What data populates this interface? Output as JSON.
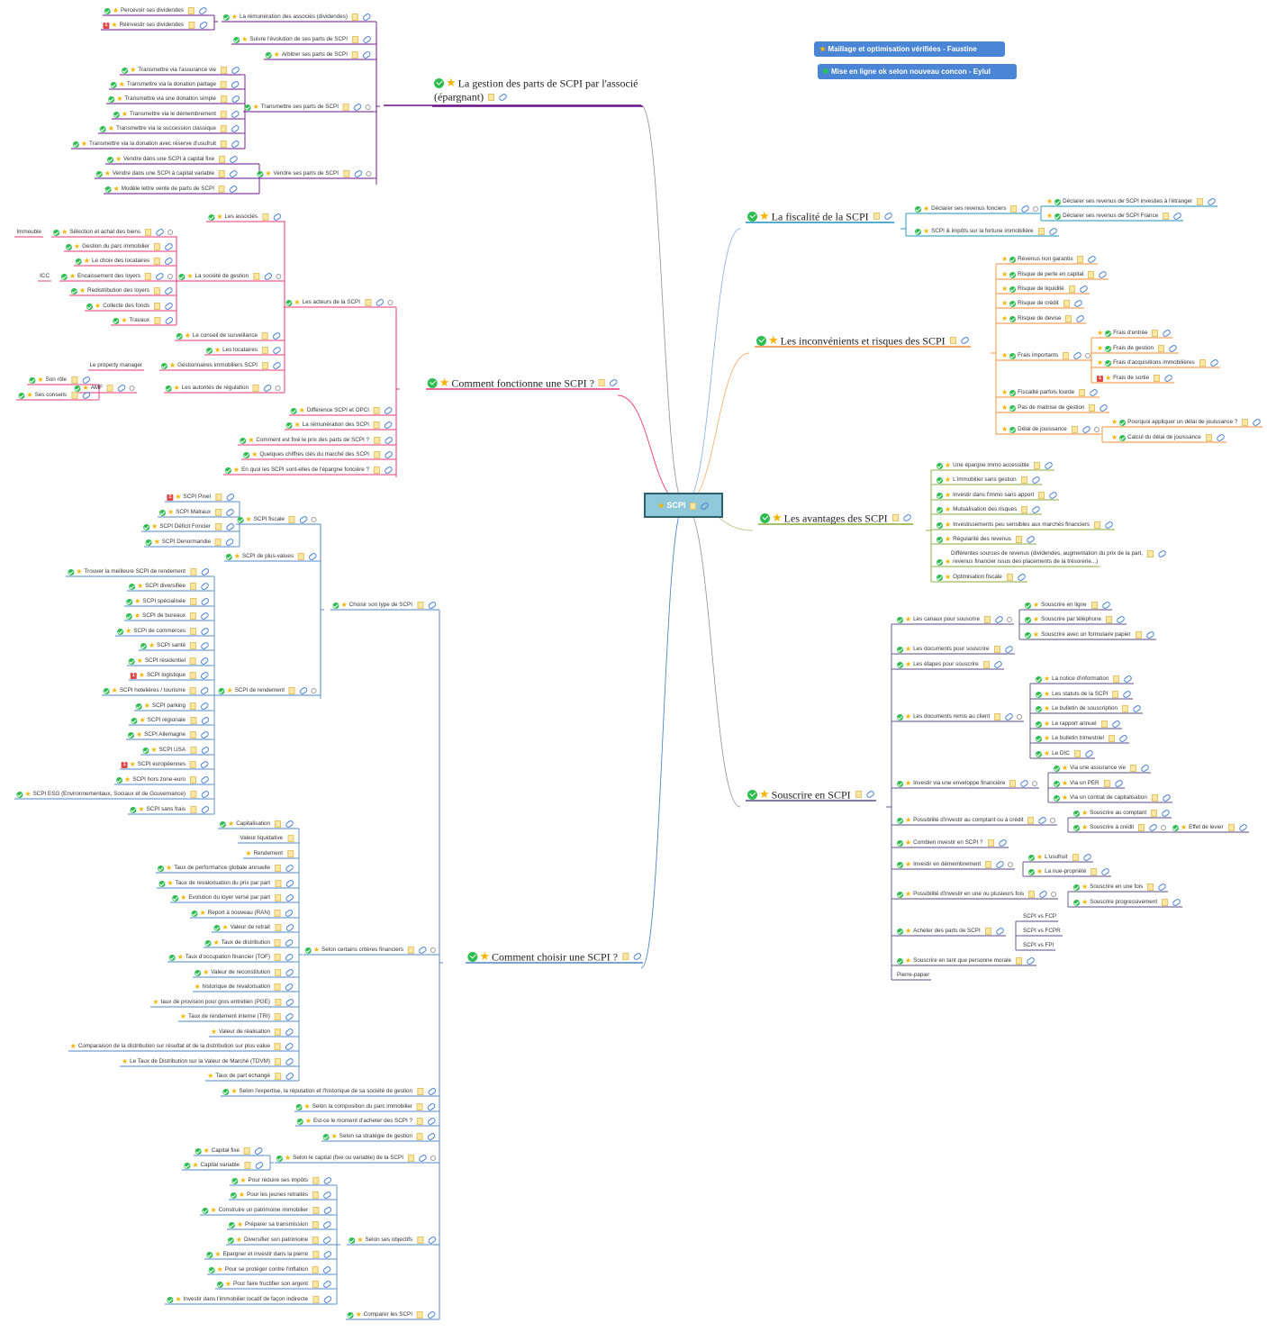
{
  "center": {
    "label": "SCPI"
  },
  "banners": [
    {
      "label": "Maillage et optimisation vérifiées - Faustine",
      "icon": "star-icon"
    },
    {
      "label": "Mise en ligne ok selon nouveau concon - Eylul",
      "icon": "green-dot-icon"
    }
  ],
  "colors": {
    "gestion": "#6a0f8c",
    "fonctionne": "#e8357a",
    "choisir": "#4f85c5",
    "fiscalite": "#1a8fbf",
    "inconvenients": "#f08a30",
    "avantages": "#8aa83a",
    "souscrire": "#5b4a85",
    "central_fill": "#8ec8d9",
    "central_border": "#2c5f6f",
    "banner": "#4a85d6"
  },
  "branches": {
    "gestion": {
      "title": "La gestion des parts de SCPI par l'associé (épargnant)",
      "children": {
        "remuneration": "La rémunération des associés (dividendes)",
        "percevoir": "Percevoir ses dividendes",
        "reinvestir": "Réinvestir ses dividendes",
        "suivre": "Suivre l'évolution de ses parts de SCPI",
        "arbitrer": "Arbitrer ses parts de SCPI",
        "transmettre": "Transmettre ses parts de SCPI",
        "tr1": "Transmettre via l'assurance vie",
        "tr2": "Transmettre via la donation partage",
        "tr3": "Transmettre via une donation simple",
        "tr4": "Transmettre via le démembrement",
        "tr5": "Transmettre via la succession classique",
        "tr6": "Transmettre via la donation avec réserve d'usufruit",
        "vendre": "Vendre ses parts de SCPI",
        "v1": "Vendre dans une SCPI à capital fixe",
        "v2": "Vendre dans une SCPI à capital variable",
        "v3": "Modèle lettre vente de parts de SCPI"
      }
    },
    "fonctionne": {
      "title": "Comment fonctionne une SCPI ?",
      "children": {
        "acteurs": "Les acteurs de la SCPI",
        "associes": "Les associés",
        "societe": "La société de gestion",
        "sel": "Sélection et achat des biens",
        "immeuble": "Immeuble",
        "parc": "Gestion du parc immobilier",
        "locataires_choix": "Le choix des locataires",
        "encaissement": "Encaissement des loyers",
        "icc": "ICC",
        "redistribution": "Redistribution des loyers",
        "collecte": "Collecte des  fonds",
        "travaux": "Travaux",
        "conseil": "Le conseil de surveillance",
        "locataires": "Les locataires",
        "gestionnaires": "Gestionnaires immobiliers SCPI",
        "property": "Le property manager",
        "autorites": "Les autorités de régulation",
        "amf": "AMF",
        "role": "Son rôle",
        "conseils": "Ses conseils",
        "opci": "Différence SCPI et OPCI",
        "remun": "La rémunération des SCPI",
        "prix": "Comment est fixé le prix des parts de SCPI ?",
        "chiffres": "Quelques chiffres clés du marché des SCPI",
        "epargne": "En quoi les SCPI sont-elles de l'épargne foncière ?"
      }
    },
    "choisir": {
      "title": "Comment choisir une SCPI ?",
      "children": {
        "type": "Choisir son type de SCPI",
        "fiscale": "SCPI fiscale",
        "pinel": "SCPI Pinel",
        "malraux": "SCPI Malraux",
        "deficit": "SCPI Déficit Foncier",
        "denormandie": "SCPI Denormandie",
        "plusvalues": "SCPI de plus-values",
        "rendement": "SCPI de rendement",
        "r1": "Trouver la meilleure SCPI de rendement",
        "r2": "SCPI diversifiée",
        "r3": "SCPI spécialisée",
        "r4": "SCPI de bureaux",
        "r5": "SCPI de commerces",
        "r6": "SCPI santé",
        "r7": "SCPI résidentiel",
        "r8": "SCPI logistique",
        "r9": "SCPI hotelières / tourisme",
        "r10": "SCPI parking",
        "r11": "SCPI régionale",
        "r12": "SCPI Allemagne",
        "r13": "SCPI USA",
        "r14": "SCPI européennes",
        "r15": "SCPI hors zone-euro",
        "r16": "SCPI ESG (Environnementaux, Sociaux et de Gouvernance)",
        "r17": "SCPI sans frais",
        "criteres": "Selon certains critères financiers",
        "c1": "Capitalisation",
        "c2": "Valeur liquidative",
        "c3": "Rendement",
        "c4": "Taux de performance globale annuelle",
        "c5": "Taux de revalorisation du prix par part",
        "c6": "Evolution du loyer versé par part",
        "c7": "Report à nouveau (RAN)",
        "c8": "Valeur de retrait",
        "c9": "Taux de distribution",
        "c10": "Taux d'occupation financier (TOF)",
        "c11": "Valeur de reconstitution",
        "c12": "historique de revalorisation",
        "c13": "taux de provision pour gros entretien (PGE)",
        "c14": "Taux de rendement interne (TRI)",
        "c15": "Valeur de réalisation",
        "c16": "Comparaison de la distribution sur résultat et de la distribution sur plus value",
        "c17": "Le Taux de Distribution sur la Valeur de Marché (TDVM)",
        "c18": "Taux de part échangé",
        "expertise": "Selon l'expertise, la réputation et l'historique de sa société de gestion",
        "composition": "Selon la composition du parc immobilier",
        "moment": "Est-ce le moment d'acheter des SCPI ?",
        "strategie": "Selon sa stratégie de gestion",
        "capital": "Selon le capital (fixe ou variable) de la SCPI",
        "cfixe": "Capital fixe",
        "cvariable": "Capital variable",
        "objectifs": "Selon ses objectifs",
        "o1": "Pour réduire ses impôts",
        "o2": "Pour les jeunes retraités",
        "o3": "Construire un patrimoine immobilier",
        "o4": "Préparer sa  transmission",
        "o5": "Diversifier son patrimoine",
        "o6": "Epargner et investir dans la pierre",
        "o7": "Pour se protéger contre l'inflation",
        "o8": "Pour faire fructifier son argent",
        "o9": "Investir dans l'immobilier locatif de façon indirecte",
        "comparer": "Comparer les SCPI"
      }
    },
    "fiscalite": {
      "title": "La fiscalité de la SCPI",
      "children": {
        "declarer": "Déclarer ses revenus fonciers",
        "etranger": "Déclarer ses revenus de SCPI investies à l'étranger",
        "france": "Déclarer ses revenus de SCPI France",
        "ifi": "SCPI & impôts sur la fortune immobilière"
      }
    },
    "inconvenients": {
      "title": "Les inconvénients et risques des SCPI",
      "children": {
        "i1": "Revenus non garantis",
        "i2": "Risque de perte en capital",
        "i3": "Risque de liquidité",
        "i4": "Risque de crédit",
        "i5": "Risque de devise",
        "frais": "Frais importants",
        "f1": "Frais d'entrée",
        "f2": "Frais de gestion",
        "f3": "Frais d'acquisitions immobilières",
        "f4": "Frais de sortie",
        "i6": "Fiscalité parfois lourde",
        "i7": "Pas de maitrise de gestion",
        "delai": "Délai de jouissance",
        "d1": "Pourquoi appliquer un délai de jouissance ?",
        "d2": "Calcul du délai de jouissance"
      }
    },
    "avantages": {
      "title": "Les avantages des SCPI",
      "children": {
        "a1": "Une épargne immo accessible",
        "a2": "L'immobilier sans gestion",
        "a3": "Investir dans l'immo sans apport",
        "a4": "Mutualisation des risques",
        "a5": "Investissements peu sensibles aux marchés financiers",
        "a6": "Régularité des revenus",
        "a7a": "Différentes sources de revenus (dividendes, augmentation du prix de la part,",
        "a7b": "revenus financier issus des placements de la trésorerie...)",
        "a8": "Optimisation fiscale"
      }
    },
    "souscrire": {
      "title": "Souscrire en SCPI",
      "children": {
        "canaux": "Les canaux pour souscrire",
        "s1": "Souscrire en ligne",
        "s2": "Souscrire par téléphone",
        "s3": "Souscrire avec un formulaire papier",
        "docs": "Les documents pour souscrire",
        "etapes": "Les étapes pour souscrire",
        "remis": "Les documents remis au client",
        "d1": "La notice d'information",
        "d2": "Les statuts de la SCPI",
        "d3": "Le bulletin de souscription",
        "d4": "Le rapport annuel",
        "d5": "Le bulletin trimestriel",
        "d6": "Le DIC",
        "enveloppe": "Investir via une enveloppe financière",
        "e1": "Via une assurance vie",
        "e2": "Via un PER",
        "e3": "Via un contrat de capitalisation",
        "comptant": "Possibilité d'investir au comptant ou à crédit",
        "k1": "Souscrire au comptant",
        "k2": "Souscrire à crédit",
        "levier": "Effet de levier",
        "combien": "Combien investir en SCPI ?",
        "demembrement": "Investir en démembrement",
        "u1": "L'usufruit",
        "u2": "La nue-propriété",
        "fois": "Possibilité d'investir en une ou plusieurs fois",
        "p1": "Souscrire en une fois",
        "p2": "Souscrire progressivement",
        "acheter": "Acheter des parts de SCPI",
        "fcp": "SCPI vs FCP",
        "fcpr": "SCPI vs FCPR",
        "fpi": "SCPI vs FPI",
        "morale": "Souscrire en tant que personne morale",
        "pierre": "Pierre-papier"
      }
    }
  }
}
